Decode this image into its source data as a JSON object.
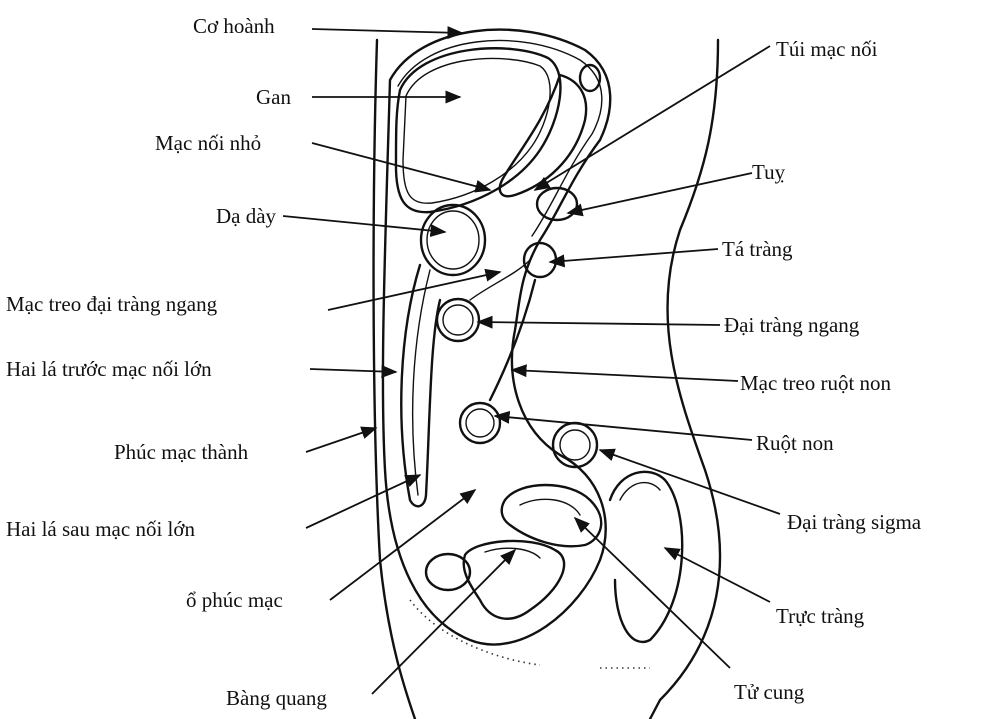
{
  "labels": {
    "co_hoanh": "Cơ hoành",
    "gan": "Gan",
    "mac_noi_nho": "Mạc nối nhỏ",
    "da_day": "Dạ dày",
    "mac_treo_dai_trang_ngang": "Mạc treo đại tràng ngang",
    "hai_la_truoc": "Hai lá trước mạc nối lớn",
    "phuc_mac_thanh": "Phúc mạc thành",
    "hai_la_sau": "Hai lá sau mạc nối lớn",
    "o_phuc_mac": "ổ phúc mạc",
    "bang_quang": "Bàng quang",
    "tui_mac_noi": "Túi mạc nối",
    "tuy": "Tuỵ",
    "ta_trang": "Tá tràng",
    "dai_trang_ngang": "Đại tràng ngang",
    "mac_treo_ruot_non": "Mạc treo ruột non",
    "ruot_non": "Ruột non",
    "dai_trang_sigma": "Đại tràng sigma",
    "truc_trang": "Trực tràng",
    "tu_cung": "Tử cung"
  }
}
